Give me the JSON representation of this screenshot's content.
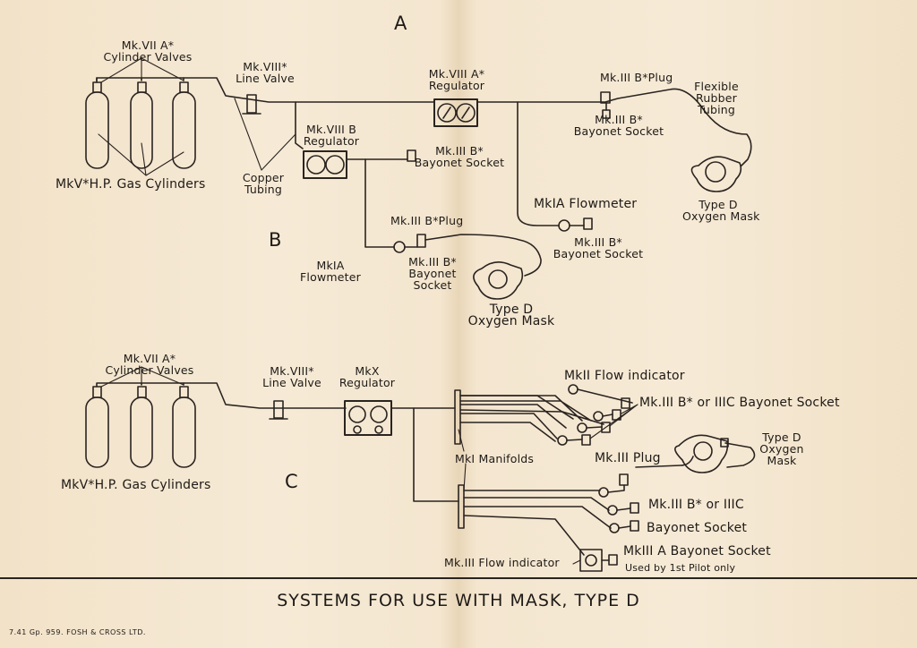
{
  "sections": {
    "a": "A",
    "b": "B",
    "c": "C"
  },
  "labels": {
    "cyl_valves_a_1": "Mk.VII A*",
    "cyl_valves_a_2": "Cylinder Valves",
    "line_valve_a_1": "Mk.VIII*",
    "line_valve_a_2": "Line Valve",
    "reg_viiia_1": "Mk.VIII A*",
    "reg_viiia_2": "Regulator",
    "plug_iiib_top": "Mk.III B*Plug",
    "flexible_1": "Flexible",
    "flexible_2": "Rubber",
    "flexible_3": "Tubing",
    "socket_iiib_top_1": "Mk.III B*",
    "socket_iiib_top_2": "Bayonet Socket",
    "reg_viiib_1": "Mk.VIII B",
    "reg_viiib_2": "Regulator",
    "socket_iiib_mid_1": "Mk.III B*",
    "socket_iiib_mid_2": "Bayonet Socket",
    "copper_1": "Copper",
    "copper_2": "Tubing",
    "cylinders_a": "MkV*H.P. Gas Cylinders",
    "flowmeter_right": "MkIA Flowmeter",
    "mask_top_1": "Type D",
    "mask_top_2": "Oxygen Mask",
    "socket_iiib_right_1": "Mk.III B*",
    "socket_iiib_right_2": "Bayonet Socket",
    "plug_iiib_b": "Mk.III B*Plug",
    "flowmeter_b_1": "MkIA",
    "flowmeter_b_2": "Flowmeter",
    "socket_b_1": "Mk.III B*",
    "socket_b_2": "Bayonet",
    "socket_b_3": "Socket",
    "mask_b_1": "Type D",
    "mask_b_2": "Oxygen Mask",
    "cyl_valves_c_1": "Mk.VII A*",
    "cyl_valves_c_2": "Cylinder Valves",
    "line_valve_c_1": "Mk.VIII*",
    "line_valve_c_2": "Line Valve",
    "reg_x_1": "MkX",
    "reg_x_2": "Regulator",
    "flow_ind_ii": "MkII Flow indicator",
    "socket_iiib_iiic": "Mk.III B* or IIIC Bayonet Socket",
    "mask_c_1": "Type D",
    "mask_c_2": "Oxygen",
    "mask_c_3": "Mask",
    "manifolds": "MkI Manifolds",
    "plug_iii": "Mk.III Plug",
    "socket_iiib_iiic_2a": "Mk.III B* or IIIC",
    "socket_iiib_iiic_2b": "Bayonet Socket",
    "cylinders_c": "MkV*H.P. Gas Cylinders",
    "flow_ind_iii": "Mk.III Flow indicator",
    "socket_iiia": "MkIII A Bayonet Socket",
    "pilot_only": "Used by 1st Pilot only"
  },
  "title": "SYSTEMS FOR USE WITH MASK, TYPE D",
  "footer": "7.41   Gp. 959.   FOSH & CROSS LTD."
}
